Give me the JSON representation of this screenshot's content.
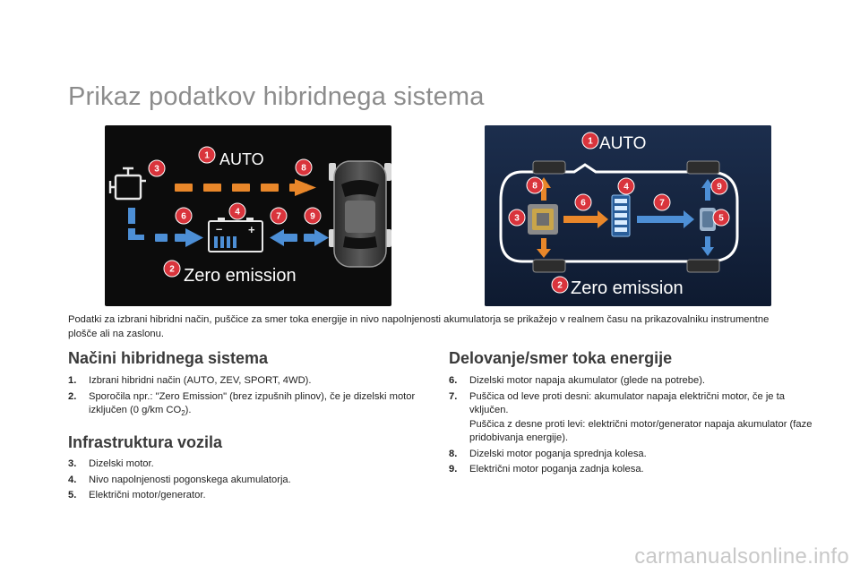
{
  "page_title": "Prikaz podatkov hibridnega sistema",
  "figure_left": {
    "mode_label": "AUTO",
    "zero_label": "Zero emission",
    "battery_minus": "–",
    "battery_plus": "+",
    "markers": [
      "1",
      "2",
      "3",
      "4",
      "6",
      "7",
      "8",
      "9"
    ]
  },
  "figure_right": {
    "mode_label": "AUTO",
    "zero_label": "Zero emission",
    "markers": [
      "1",
      "2",
      "3",
      "4",
      "5",
      "6",
      "7",
      "8",
      "9"
    ]
  },
  "intro": "Podatki za izbrani hibridni način, puščice za smer toka energije in nivo napolnjenosti akumulatorja se prikažejo v realnem času na prikazovalniku instrumentne plošče ali na zaslonu.",
  "sections": {
    "modes": {
      "title": "Načini hibridnega sistema",
      "items": [
        {
          "num": "1.",
          "text": "Izbrani hibridni način (AUTO, ZEV, SPORT, 4WD)."
        },
        {
          "num": "2.",
          "text": "Sporočila npr.: \"Zero Emission\" (brez izpušnih plinov), če je dizelski motor izključen (0 g/km CO",
          "sub": "2",
          "after": ")."
        }
      ]
    },
    "infra": {
      "title": "Infrastruktura vozila",
      "items": [
        {
          "num": "3.",
          "text": "Dizelski motor."
        },
        {
          "num": "4.",
          "text": "Nivo napolnjenosti pogonskega akumulatorja."
        },
        {
          "num": "5.",
          "text": "Električni motor/generator."
        }
      ]
    },
    "flow": {
      "title": "Delovanje/smer toka energije",
      "items": [
        {
          "num": "6.",
          "text": "Dizelski motor napaja akumulator (glede na potrebe)."
        },
        {
          "num": "7.",
          "text": "Puščica od leve proti desni: akumulator napaja električni motor, če je ta vključen.",
          "extra": "Puščica z desne proti levi: električni motor/generator napaja akumulator (faze pridobivanja energije)."
        },
        {
          "num": "8.",
          "text": "Dizelski motor poganja sprednja kolesa."
        },
        {
          "num": "9.",
          "text": "Električni motor poganja zadnja kolesa."
        }
      ]
    }
  },
  "watermark": "carmanualsonline.info",
  "colors": {
    "marker_red": "#d9343c",
    "arrow_orange": "#e9872a",
    "arrow_blue": "#4d8fd6",
    "title_gray": "#8c8c8c"
  }
}
